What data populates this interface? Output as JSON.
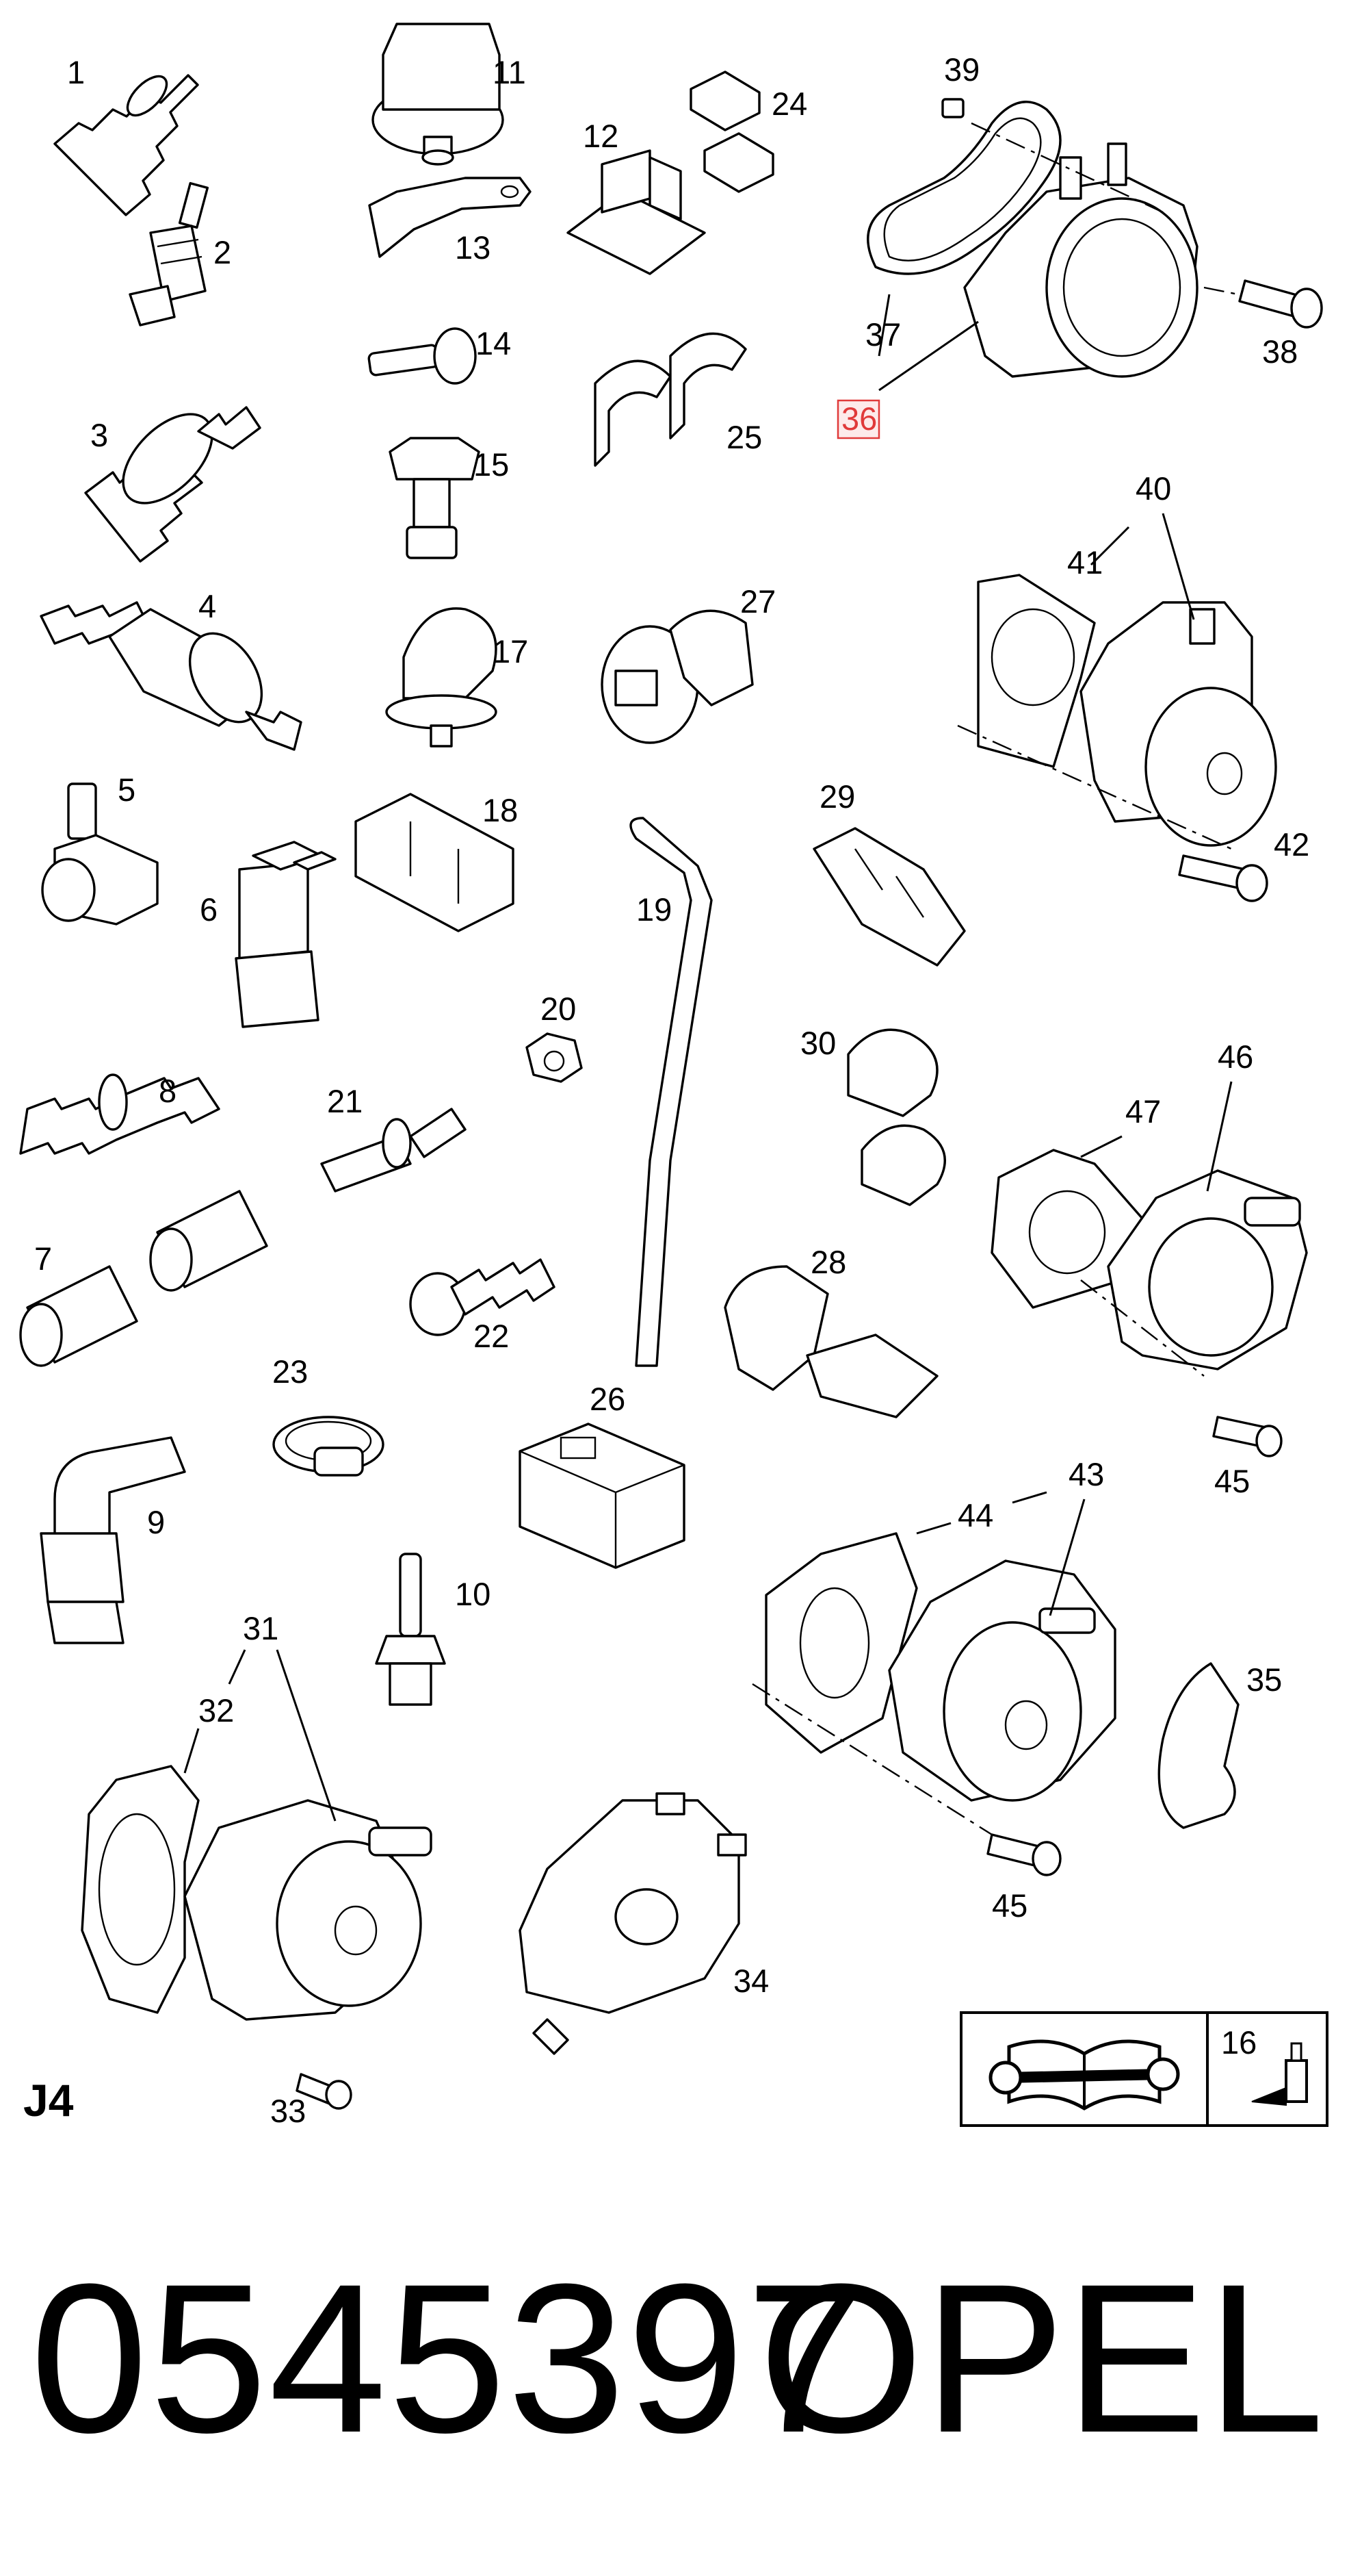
{
  "diagram": {
    "section_code": "J4",
    "highlighted_label": "36",
    "part_labels": [
      "1",
      "2",
      "3",
      "4",
      "5",
      "6",
      "7",
      "8",
      "9",
      "10",
      "11",
      "12",
      "13",
      "14",
      "15",
      "16",
      "17",
      "18",
      "19",
      "20",
      "21",
      "22",
      "23",
      "24",
      "25",
      "26",
      "27",
      "28",
      "29",
      "30",
      "31",
      "32",
      "33",
      "34",
      "35",
      "36",
      "37",
      "38",
      "39",
      "40",
      "41",
      "42",
      "43",
      "44",
      "45",
      "45",
      "46",
      "47"
    ],
    "legend_box": {
      "label": "16",
      "icons": [
        "manual-wrench-icon",
        "sealant-tube-icon"
      ]
    }
  },
  "footer": {
    "part_number": "0545397",
    "brand": "OPEL"
  },
  "colors": {
    "highlight": "#e03a3a",
    "ink": "#000000",
    "background": "#ffffff"
  }
}
